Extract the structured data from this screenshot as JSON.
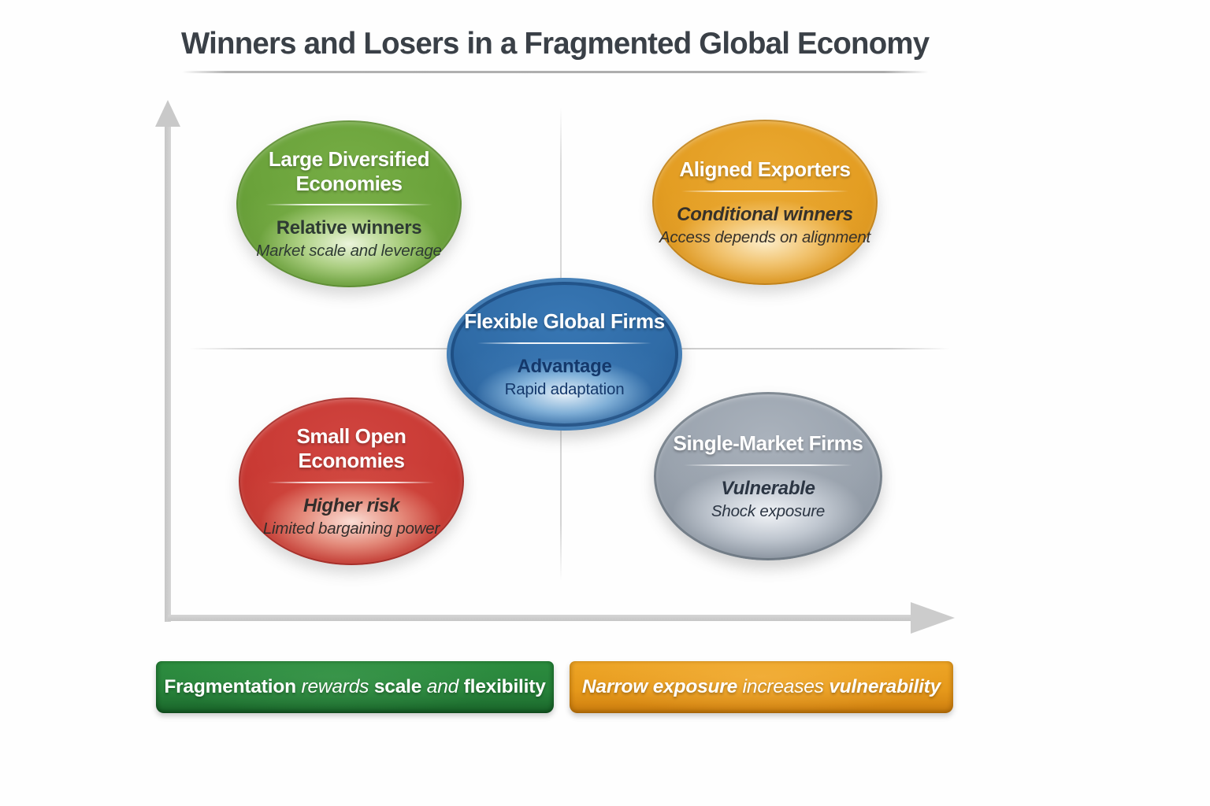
{
  "title": "Winners and Losers in a Fragmented Global Economy",
  "bubbles": {
    "large_diversified": {
      "title_line1": "Large Diversified",
      "title_line2": "Economies",
      "subtitle": "Relative winners",
      "detail": "Market scale and leverage",
      "color": "#6aa23a"
    },
    "aligned_exporters": {
      "title_line1": "Aligned Exporters",
      "subtitle": "Conditional winners",
      "detail": "Access depends on alignment",
      "color": "#e39d22"
    },
    "flexible_global_firms": {
      "title_line1": "Flexible Global Firms",
      "subtitle": "Advantage",
      "detail": "Rapid adaptation",
      "color": "#2f6ba6"
    },
    "small_open": {
      "title_line1": "Small Open",
      "title_line2": "Economies",
      "subtitle": "Higher risk",
      "detail": "Limited bargaining power",
      "color": "#c93a34"
    },
    "single_market": {
      "title_line1": "Single-Market Firms",
      "subtitle": "Vulnerable",
      "detail": "Shock exposure",
      "color": "#9aa3ae"
    }
  },
  "banners": {
    "green": {
      "color": "#27823a",
      "segments": {
        "s1": "Fragmentation",
        "s2": " rewards ",
        "s3": "scale",
        "s4": " and ",
        "s5": "flexibility"
      }
    },
    "orange": {
      "color": "#e6991b",
      "segments": {
        "s1": "Narrow exposure",
        "s2": " increases ",
        "s3": "vulnerability"
      }
    }
  }
}
